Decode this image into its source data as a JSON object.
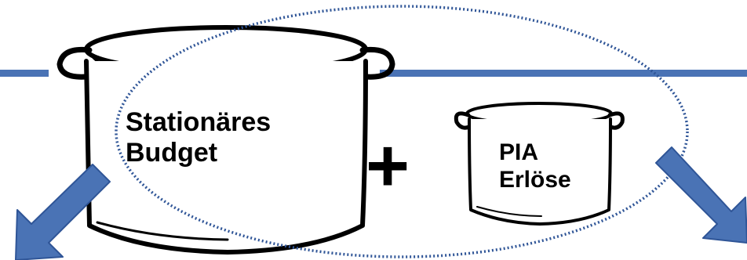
{
  "diagram": {
    "big_pot": {
      "lines": [
        "Stationäres",
        "Budget"
      ]
    },
    "small_pot": {
      "lines": [
        "PIA",
        "Erlöse"
      ]
    },
    "operator": "+",
    "icons": [
      "horizontal-rule",
      "large-pot-icon",
      "small-pot-icon",
      "dotted-ellipse",
      "arrow-down-left-icon",
      "arrow-down-right-icon"
    ],
    "colors": {
      "rule": "#4a73b5",
      "arrow": "#4a73b5",
      "arrow_edge": "#2f5597",
      "ellipse": "#2f5597",
      "pot": "#000000"
    }
  }
}
